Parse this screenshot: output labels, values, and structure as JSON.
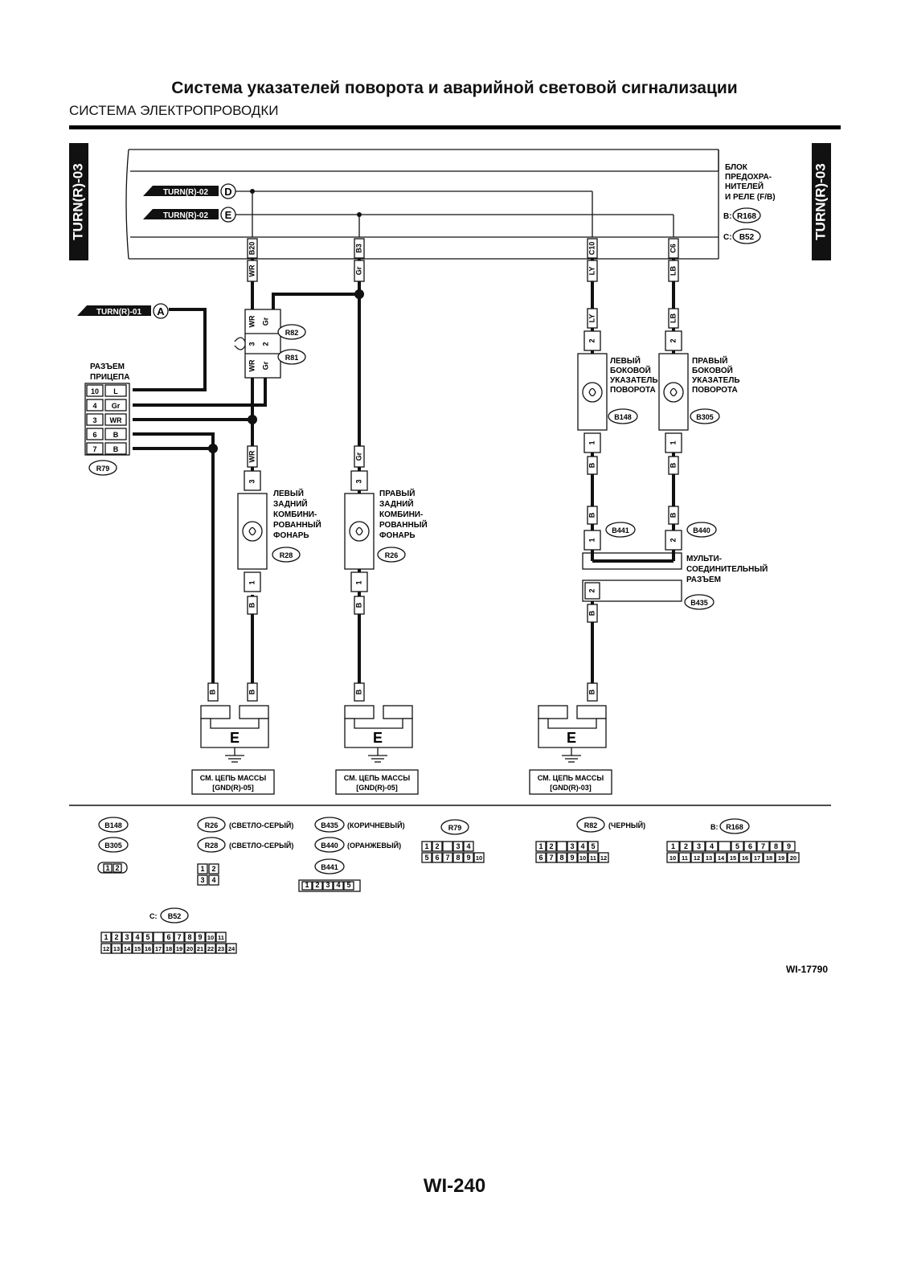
{
  "header": {
    "title": "Система указателей поворота и аварийной световой сигнализации",
    "subtitle": "СИСТЕМА ЭЛЕКТРОПРОВОДКИ",
    "page_number": "WI-240"
  },
  "side_tabs": {
    "left": "TURN(R)-03",
    "right": "TURN(R)-03"
  },
  "fuse_block": {
    "label_lines": [
      "БЛОК",
      "ПРЕДОХРА-",
      "НИТЕЛЕЙ",
      "И РЕЛЕ (F/B)"
    ],
    "conn_b_prefix": "B:",
    "conn_b": "R168",
    "conn_c_prefix": "C:",
    "conn_c": "B52",
    "terminals": [
      "B20",
      "B3",
      "C10",
      "C6"
    ]
  },
  "refs": {
    "d": {
      "label": "TURN(R)-02",
      "letter": "D"
    },
    "e": {
      "label": "TURN(R)-02",
      "letter": "E"
    },
    "a": {
      "label": "TURN(R)-01",
      "letter": "A"
    }
  },
  "wire_colors": {
    "wr": "WR",
    "gr": "Gr",
    "ly": "LY",
    "lb": "LB",
    "b": "B",
    "pin1": "1",
    "pin2": "2",
    "pin3": "3"
  },
  "inline_connectors": {
    "r82": "R82",
    "r81": "R81"
  },
  "trailer": {
    "title_lines": [
      "РАЗЪЕМ",
      "ПРИЦЕПА"
    ],
    "pins": [
      {
        "num": "10",
        "color": "L"
      },
      {
        "num": "4",
        "color": "Gr"
      },
      {
        "num": "3",
        "color": "WR"
      },
      {
        "num": "6",
        "color": "B"
      },
      {
        "num": "7",
        "color": "B"
      }
    ],
    "conn": "R79"
  },
  "lamps": {
    "left_rear": {
      "lines": [
        "ЛЕВЫЙ",
        "ЗАДНИЙ",
        "КОМБИНИ-",
        "РОВАННЫЙ",
        "ФОНАРЬ"
      ],
      "conn": "R28"
    },
    "right_rear": {
      "lines": [
        "ПРАВЫЙ",
        "ЗАДНИЙ",
        "КОМБИНИ-",
        "РОВАННЫЙ",
        "ФОНАРЬ"
      ],
      "conn": "R26"
    },
    "left_side": {
      "lines": [
        "ЛЕВЫЙ",
        "БОКОВОЙ",
        "УКАЗАТЕЛЬ",
        "ПОВОРОТА"
      ],
      "conn": "B148"
    },
    "right_side": {
      "lines": [
        "ПРАВЫЙ",
        "БОКОВОЙ",
        "УКАЗАТЕЛЬ",
        "ПОВОРОТА"
      ],
      "conn": "B305"
    }
  },
  "multi_connector": {
    "lines": [
      "МУЛЬТИ-",
      "СОЕДИНИТЕЛЬНЫЙ",
      "РАЗЪЕМ"
    ],
    "conn": "B435",
    "b441": "B441",
    "b440": "B440"
  },
  "grounds": {
    "letter": "E",
    "g1": {
      "line1": "СМ. ЦЕПЬ МАССЫ",
      "line2": "[GND(R)-05]"
    },
    "g2": {
      "line1": "СМ. ЦЕПЬ МАССЫ",
      "line2": "[GND(R)-05]"
    },
    "g3": {
      "line1": "СМ. ЦЕПЬ МАССЫ",
      "line2": "[GND(R)-03]"
    }
  },
  "legend": {
    "b148": "B148",
    "b305": "B305",
    "pins_12": [
      "1",
      "2"
    ],
    "r26": "R26",
    "r26_desc": "(СВЕТЛО-СЕРЫЙ)",
    "r28": "R28",
    "r28_desc": "(СВЕТЛО-СЕРЫЙ)",
    "b435": "B435",
    "b435_desc": "(КОРИЧНЕВЫЙ)",
    "b440": "B440",
    "b440_desc": "(ОРАНЖЕВЫЙ)",
    "b441": "B441",
    "pins_2x2": [
      "1",
      "2",
      "3",
      "4"
    ],
    "pins_b441": [
      "1",
      "2",
      "3",
      "4",
      "5"
    ],
    "r79": "R79",
    "pins_r79_top": [
      "1",
      "2",
      "",
      "3",
      "4"
    ],
    "pins_r79_bot": [
      "5",
      "6",
      "7",
      "8",
      "9",
      "10"
    ],
    "r82": "R82",
    "r82_desc": "(ЧЕРНЫЙ)",
    "pins_r82_top": [
      "1",
      "2",
      "",
      "3",
      "4",
      "5"
    ],
    "pins_r82_bot": [
      "6",
      "7",
      "8",
      "9",
      "10",
      "11",
      "12"
    ],
    "r168_prefix": "B:",
    "r168": "R168",
    "pins_r168_top": [
      "1",
      "2",
      "3",
      "4",
      "",
      "5",
      "6",
      "7",
      "8",
      "9"
    ],
    "pins_r168_bot": [
      "10",
      "11",
      "12",
      "13",
      "14",
      "15",
      "16",
      "17",
      "18",
      "19",
      "20"
    ],
    "b52_prefix": "C:",
    "b52": "B52",
    "pins_b52_top": [
      "1",
      "2",
      "3",
      "4",
      "5",
      "",
      "6",
      "7",
      "8",
      "9",
      "10",
      "11"
    ],
    "pins_b52_bot": [
      "12",
      "13",
      "14",
      "15",
      "16",
      "17",
      "18",
      "19",
      "20",
      "21",
      "22",
      "23",
      "24"
    ]
  },
  "figure_code": "WI-17790"
}
